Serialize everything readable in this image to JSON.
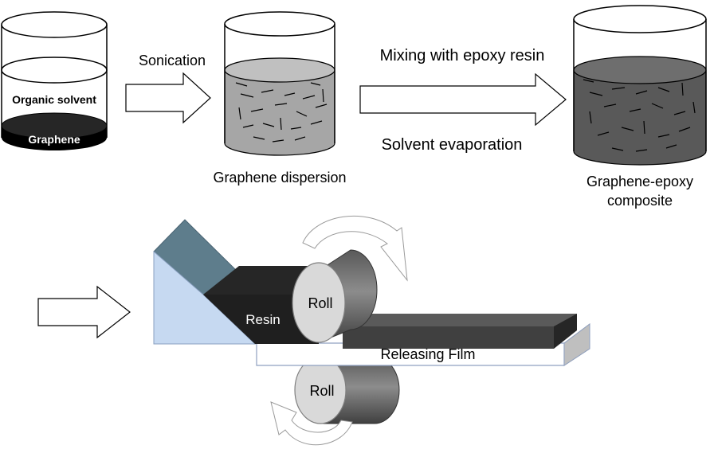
{
  "beaker1": {
    "solvent_label": "Organic solvent",
    "graphene_label": "Graphene"
  },
  "step1": {
    "label": "Sonication"
  },
  "beaker2": {
    "caption": "Graphene dispersion"
  },
  "step2": {
    "label_top": "Mixing with epoxy resin",
    "label_bottom": "Solvent evaporation"
  },
  "beaker3": {
    "caption_line1": "Graphene-epoxy",
    "caption_line2": "composite"
  },
  "process": {
    "resin_label": "Resin",
    "top_roll_label": "Roll",
    "bottom_roll_label": "Roll",
    "film_label": "Releasing Film"
  },
  "colors": {
    "graphene_layer": "#000000",
    "dispersion_liquid": "#a6a6a6",
    "composite_liquid": "#595959",
    "wedge_dark": "#5e7d8c",
    "wedge_light": "#c6d9f1",
    "resin_dark": "#262626",
    "resin_sheet": "#404040",
    "roll_face": "#d9d9d9"
  }
}
